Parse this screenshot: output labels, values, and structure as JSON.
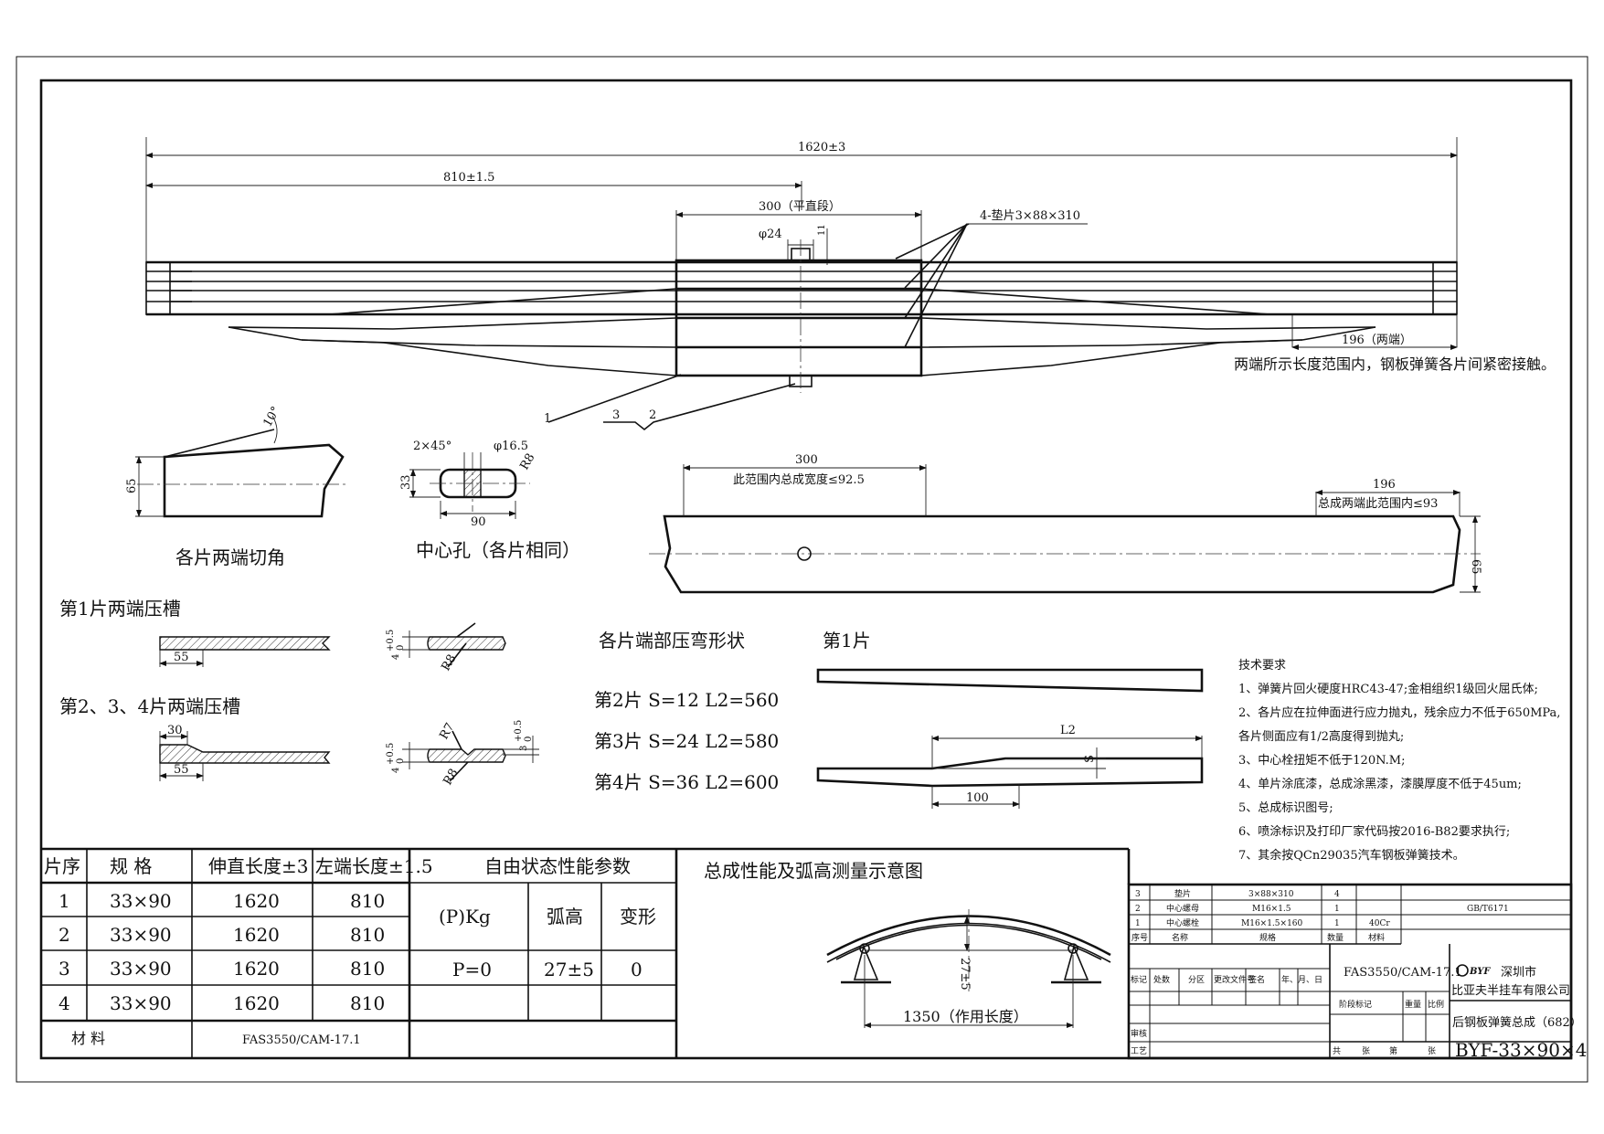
{
  "dims": {
    "total_length": "1620±3",
    "half_length": "810±1.5",
    "flat_section": "300（平直段）",
    "pads": "4-垫片3×88×310",
    "bolt_dia": "φ24",
    "bolt_offset": "11",
    "ends_196": "196（两端）",
    "ends_note": "两端所示长度范围内，钢板弹簧各片间紧密接触。",
    "part_1": "1",
    "part_2": "2",
    "part_3": "3"
  },
  "views": {
    "end_cut": {
      "title": "各片两端切角",
      "angle": "10°",
      "width": "65"
    },
    "center_hole": {
      "title": "中心孔（各片相同）",
      "chamfer": "2×45°",
      "dia": "φ16.5",
      "radius": "R8",
      "thickness": "33",
      "width": "90"
    },
    "top_view": {
      "len_300": "300",
      "note_300": "此范围内总成宽度≤92.5",
      "len_196": "196",
      "note_196": "总成两端此范围内≤93",
      "width": "65"
    },
    "groove1": {
      "title": "第1片两端压槽",
      "len": "55",
      "tol": "+0.5",
      "tol2": "0",
      "depth": "4",
      "radius": "R8"
    },
    "groove234": {
      "title": "第2、3、4片两端压槽",
      "len30": "30",
      "len55": "55",
      "tol": "+0.5",
      "tol2": "0",
      "depth": "4",
      "depth3": "3",
      "radius7": "R7",
      "radius8": "R8"
    },
    "bend_shape": {
      "title": "各片端部压弯形状",
      "rows": [
        "第2片 S=12  L2=560",
        "第3片 S=24  L2=580",
        "第4片 S=36  L2=600"
      ]
    },
    "leaf1": {
      "title": "第1片",
      "l2": "L2",
      "s": "S",
      "len100": "100"
    }
  },
  "tech": {
    "title": "技术要求",
    "items": [
      "1、弹簧片回火硬度HRC43-47;金相组织1级回火屈氏体;",
      "2、各片应在拉伸面进行应力抛丸，残余应力不低于650MPa,",
      "各片侧面应有1/2高度得到抛丸;",
      "3、中心栓扭矩不低于120N.M;",
      "4、单片涂底漆，总成涂黑漆，漆膜厚度不低于45um;",
      "5、总成标识图号;",
      "6、喷涂标识及打印厂家代码按2016-B82要求执行;",
      "7、其余按QCn29035汽车钢板弹簧技术。"
    ]
  },
  "spec_table": {
    "headers": [
      "片序",
      "规  格",
      "伸直长度±3",
      "左端长度±1.5"
    ],
    "rows": [
      [
        "1",
        "33×90",
        "1620",
        "810"
      ],
      [
        "2",
        "33×90",
        "1620",
        "810"
      ],
      [
        "3",
        "33×90",
        "1620",
        "810"
      ],
      [
        "4",
        "33×90",
        "1620",
        "810"
      ]
    ],
    "material_label": "材    料",
    "material_value": "FAS3550/CAM-17.1"
  },
  "perf": {
    "title": "自由状态性能参数",
    "cols": [
      "(P)Kg",
      "弧高",
      "变形"
    ],
    "vals": [
      "P=0",
      "27±5",
      "0"
    ]
  },
  "diagram": {
    "title": "总成性能及弧高测量示意图",
    "arc": "27±5",
    "length": "1350（作用长度）"
  },
  "bom": [
    [
      "3",
      "垫片",
      "3×88×310",
      "4",
      "",
      ""
    ],
    [
      "2",
      "中心螺母",
      "M16×1.5",
      "1",
      "",
      "GB/T6171"
    ],
    [
      "1",
      "中心螺栓",
      "M16×1.5×160",
      "1",
      "40Cr",
      ""
    ]
  ],
  "bom_head": [
    "序号",
    "名称",
    "规格",
    "数量",
    "材料"
  ],
  "title_block": {
    "rev_cols": [
      "标记",
      "处数",
      "分区",
      "更改文件号",
      "签名",
      "年、月、日"
    ],
    "material": "FAS3550/CAM-17.1",
    "stage": "阶段标记",
    "weight": "重量",
    "scale": "比例",
    "review": "审核",
    "process": "工艺",
    "sheets": [
      "共",
      "张",
      "第",
      "张"
    ],
    "logo": "BYF",
    "company1": "深圳市",
    "company2": "比亚夫半挂车有限公司",
    "drawing_name": "后钢板弹簧总成（682）",
    "drawing_no": "BYF-33×90×4"
  }
}
